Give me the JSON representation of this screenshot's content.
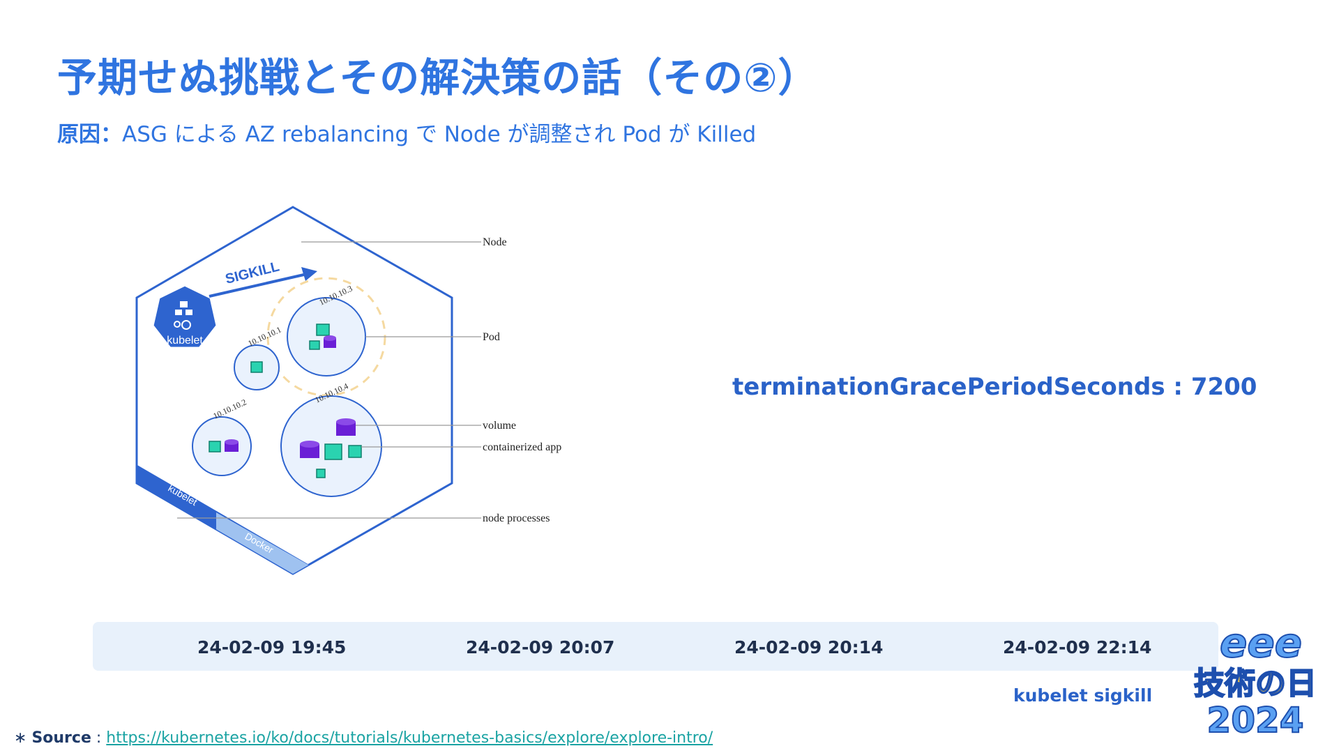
{
  "slide": {
    "title": "予期せぬ挑戦とその解決策の話（その②）",
    "subtitle_strong": "原因：",
    "subtitle_rest": "ASG による AZ rebalancing で Node が調整され Pod が Killed",
    "grace_period": "terminationGracePeriodSeconds : 7200"
  },
  "diagram": {
    "labels": {
      "node": "Node",
      "pod": "Pod",
      "volume": "volume",
      "app": "containerized app",
      "processes": "node processes",
      "sigkill": "SIGKILL",
      "kubelet_badge": "kubelet",
      "kubelet_bar": "kubelet",
      "docker_bar": "Docker"
    },
    "pod_ips": [
      "10.10.10.1",
      "10.10.10.2",
      "10.10.10.3",
      "10.10.10.4"
    ],
    "colors": {
      "border": "#2e64cf",
      "cube": "#2ad3b0",
      "volume": "#6a1fd6",
      "dashed_ring": "#f5d9a0"
    }
  },
  "timeline": {
    "timestamps": [
      "24-02-09 19:45",
      "24-02-09 20:07",
      "24-02-09 20:14",
      "24-02-09 22:14"
    ],
    "annotation": "kubelet sigkill"
  },
  "source": {
    "prefix": "∗",
    "label": "Source",
    "separator": ":",
    "url": "https://kubernetes.io/ko/docs/tutorials/kubernetes-basics/explore/explore-intro/"
  },
  "logo": {
    "top": "eee",
    "middle": "技術の日",
    "bottom": "2024"
  }
}
